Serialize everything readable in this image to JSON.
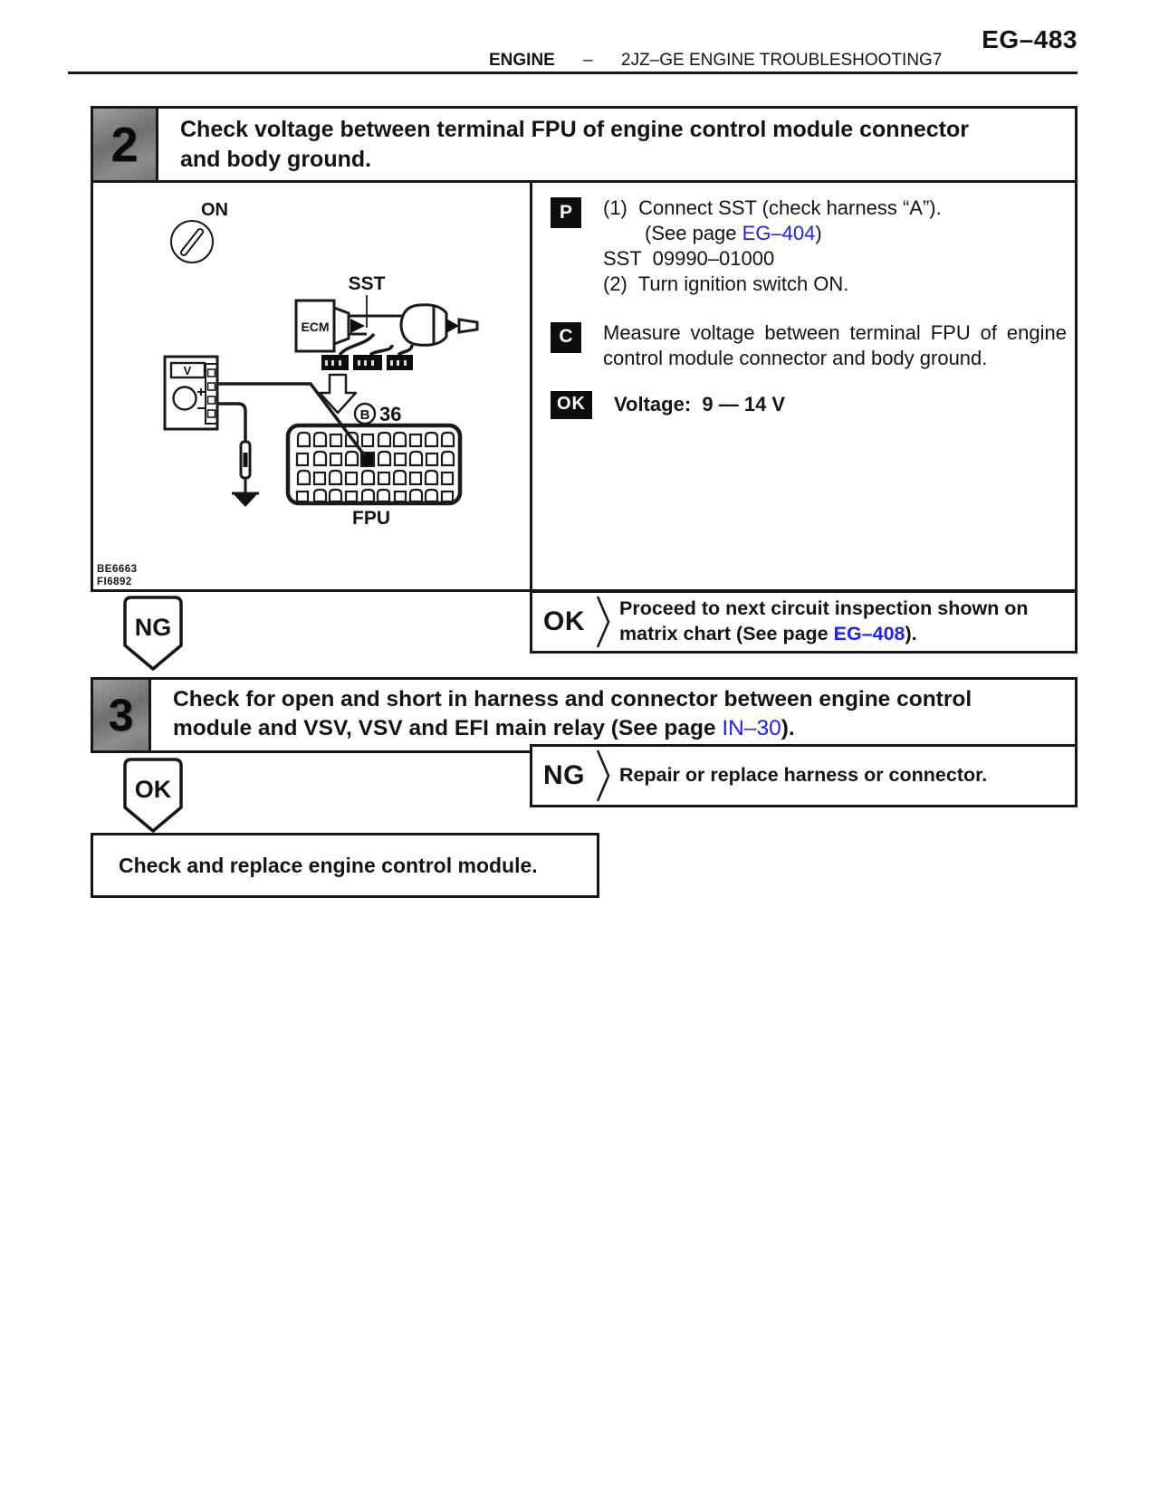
{
  "page": {
    "page_number": "EG–483",
    "section": "ENGINE",
    "separator": "–",
    "subsection": "2JZ–GE ENGINE TROUBLESHOOTING7"
  },
  "colors": {
    "link_blue": "#2222ee",
    "ink": "#141414"
  },
  "step2": {
    "number": "2",
    "title_line1": "Check voltage between terminal FPU of engine control module connector",
    "title_line2": "and body ground.",
    "diagram": {
      "ignition_position": "ON",
      "sst_label": "SST",
      "ecm_label": "ECM",
      "voltmeter_unit": "V",
      "connector_letter": "B",
      "connector_number": "36",
      "terminal_label": "FPU",
      "fig_code_1": "BE6663",
      "fig_code_2": "FI6892"
    },
    "prepare": {
      "badge": "P",
      "line1": "(1)  Connect SST (check harness “A”).",
      "line2_prefix": "(See page ",
      "line2_link": "EG–404",
      "line2_suffix": ")",
      "line3": "SST  09990–01000",
      "line4": "(2)  Turn ignition switch ON."
    },
    "check": {
      "badge": "C",
      "text": "Measure voltage between terminal FPU of engine control module connector and body ground."
    },
    "spec": {
      "badge": "OK",
      "text": "Voltage:  9 — 14 V"
    },
    "ng_label": "NG",
    "ok_branch": {
      "label": "OK",
      "line1": "Proceed to next circuit inspection shown on",
      "line2_prefix": "matrix chart (See page ",
      "line2_link": "EG–408",
      "line2_suffix": ")."
    }
  },
  "step3": {
    "number": "3",
    "title_line1": "Check for open and short in harness and connector between engine control",
    "title_line2_prefix": "module and VSV, VSV and EFI main relay (See page ",
    "title_line2_link": "IN–30",
    "title_line2_suffix": ").",
    "ok_label": "OK",
    "ng_branch": {
      "label": "NG",
      "text": "Repair or replace harness or connector."
    }
  },
  "final": {
    "text": "Check and replace engine control module."
  }
}
